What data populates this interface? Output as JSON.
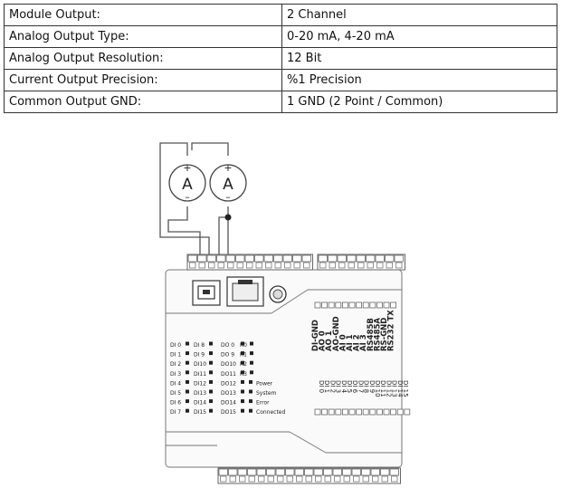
{
  "spec_rows": [
    {
      "label": "Module Output:",
      "value": "2 Channel"
    },
    {
      "label": "Analog Output Type:",
      "value": "0-20 mA, 4-20 mA"
    },
    {
      "label": "Analog Output Resolution:",
      "value": "12 Bit"
    },
    {
      "label": "Current Output Precision:",
      "value": "%1 Precision"
    },
    {
      "label": "Common Output GND:",
      "value": "1 GND (2 Point / Common)"
    }
  ],
  "meters": {
    "plus": "+",
    "minus": "–",
    "symbol": "A"
  },
  "led_rows": [
    [
      "DI 0",
      "DI 8",
      "DO 0",
      "R0"
    ],
    [
      "DI 1",
      "DI 9",
      "DO 9",
      "R1"
    ],
    [
      "DI 2",
      "DI10",
      "DO10",
      "R2"
    ],
    [
      "DI 3",
      "DI11",
      "DO11",
      "R3"
    ],
    [
      "DI 4",
      "DI12",
      "DO12",
      "Power"
    ],
    [
      "DI 5",
      "DI13",
      "DO13",
      "System"
    ],
    [
      "DI 6",
      "DI14",
      "DO14",
      "Error"
    ],
    [
      "DI 7",
      "DI15",
      "DO15",
      "Connected"
    ]
  ],
  "top_terminal_labels": [
    "DI-GND",
    "AO 0",
    "AO 1",
    "AO-GND",
    "AI 0",
    "AI 1",
    "AI 2",
    "AI 3",
    "RS485B",
    "RS485A",
    "RS-GND",
    "RS232 TX"
  ],
  "bottom_terminal_labels": [
    "DI 0",
    "DI 1",
    "DI 2",
    "DI 3",
    "DI 4",
    "DI 5",
    "DI 6",
    "DI 7",
    "DI 8",
    "DI 9",
    "DI 10",
    "DI 11",
    "DI 12",
    "DI 13",
    "DI 14",
    "DI 15"
  ]
}
